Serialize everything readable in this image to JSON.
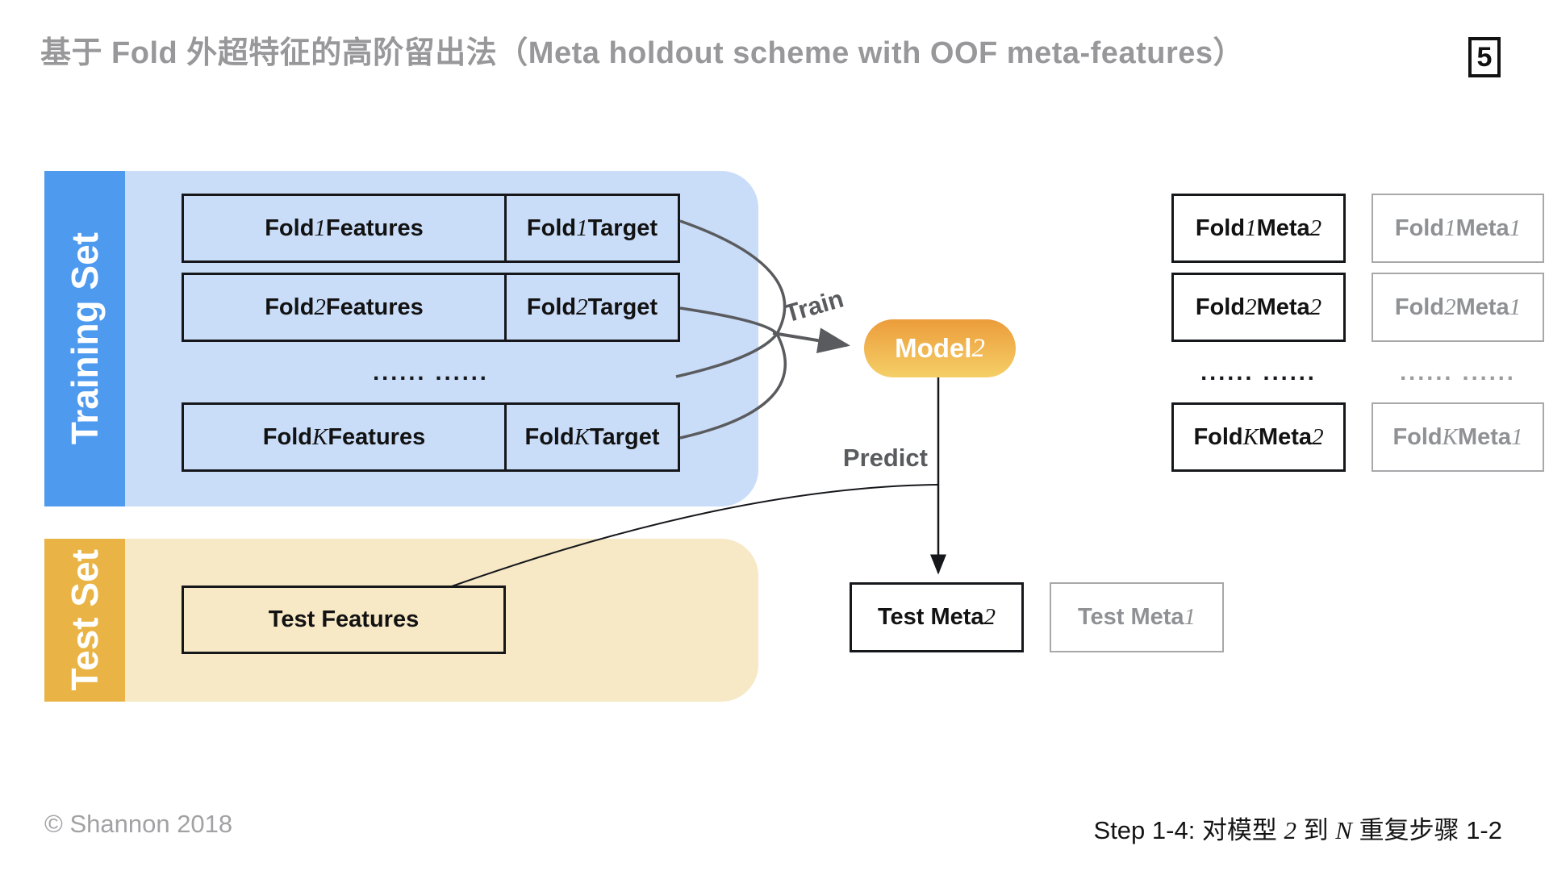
{
  "title": "基于 Fold 外超特征的高阶留出法（Meta holdout scheme with OOF meta-features）",
  "page_number": "5",
  "colors": {
    "training_sidebar": "#4D9AEF",
    "training_bg": "#C9DCF8",
    "test_sidebar": "#E9B445",
    "test_bg": "#F7E8C6",
    "model_gradient_top": "#EC9C3B",
    "model_gradient_bottom": "#F5CF67",
    "title_gray": "#98989B",
    "label_gray": "#5A5B5E",
    "muted_box_gray": "#8F9194",
    "ink": "#15171B"
  },
  "training_set": {
    "label": "Training Set",
    "ellipsis": "...... ......",
    "rows": [
      {
        "features": [
          {
            "t": "Fold ",
            "m": false
          },
          {
            "t": "1",
            "m": true
          },
          {
            "t": " Features",
            "m": false
          }
        ],
        "target": [
          {
            "t": "Fold ",
            "m": false
          },
          {
            "t": "1",
            "m": true
          },
          {
            "t": " Target",
            "m": false
          }
        ]
      },
      {
        "features": [
          {
            "t": "Fold ",
            "m": false
          },
          {
            "t": "2",
            "m": true
          },
          {
            "t": " Features",
            "m": false
          }
        ],
        "target": [
          {
            "t": "Fold ",
            "m": false
          },
          {
            "t": "2",
            "m": true
          },
          {
            "t": " Target",
            "m": false
          }
        ]
      },
      {
        "features": [
          {
            "t": "Fold ",
            "m": false
          },
          {
            "t": "K",
            "m": true
          },
          {
            "t": " Features",
            "m": false
          }
        ],
        "target": [
          {
            "t": "Fold ",
            "m": false
          },
          {
            "t": "K",
            "m": true
          },
          {
            "t": " Target",
            "m": false
          }
        ]
      }
    ]
  },
  "test_set": {
    "label": "Test Set",
    "features_box": "Test Features"
  },
  "model": [
    {
      "t": "Model ",
      "m": false
    },
    {
      "t": "2",
      "m": true
    }
  ],
  "labels": {
    "train": "Train",
    "predict": "Predict"
  },
  "meta_grid": {
    "primary": {
      "ellipsis": "...... ......",
      "rows": [
        [
          {
            "t": "Fold ",
            "m": false
          },
          {
            "t": "1",
            "m": true
          },
          {
            "t": " Meta ",
            "m": false
          },
          {
            "t": "2",
            "m": true
          }
        ],
        [
          {
            "t": "Fold ",
            "m": false
          },
          {
            "t": "2",
            "m": true
          },
          {
            "t": " Meta ",
            "m": false
          },
          {
            "t": "2",
            "m": true
          }
        ],
        [
          {
            "t": "Fold ",
            "m": false
          },
          {
            "t": "K",
            "m": true
          },
          {
            "t": " Meta ",
            "m": false
          },
          {
            "t": "2",
            "m": true
          }
        ]
      ]
    },
    "secondary": {
      "ellipsis": "...... ......",
      "rows": [
        [
          {
            "t": "Fold ",
            "m": false
          },
          {
            "t": "1",
            "m": true
          },
          {
            "t": " Meta ",
            "m": false
          },
          {
            "t": "1",
            "m": true
          }
        ],
        [
          {
            "t": "Fold ",
            "m": false
          },
          {
            "t": "2",
            "m": true
          },
          {
            "t": " Meta ",
            "m": false
          },
          {
            "t": "1",
            "m": true
          }
        ],
        [
          {
            "t": "Fold ",
            "m": false
          },
          {
            "t": "K",
            "m": true
          },
          {
            "t": " Meta ",
            "m": false
          },
          {
            "t": "1",
            "m": true
          }
        ]
      ]
    }
  },
  "test_meta": {
    "primary": [
      {
        "t": "Test Meta ",
        "m": false
      },
      {
        "t": "2",
        "m": true
      }
    ],
    "secondary": [
      {
        "t": "Test Meta ",
        "m": false
      },
      {
        "t": "1",
        "m": true
      }
    ]
  },
  "footer": {
    "copyright": "© Shannon 2018",
    "step_note": [
      {
        "t": "Step 1-4: 对模型 ",
        "m": false
      },
      {
        "t": "2",
        "m": true
      },
      {
        "t": " 到 ",
        "m": false
      },
      {
        "t": "N",
        "m": true
      },
      {
        "t": " 重复步骤 1-2",
        "m": false
      }
    ]
  }
}
